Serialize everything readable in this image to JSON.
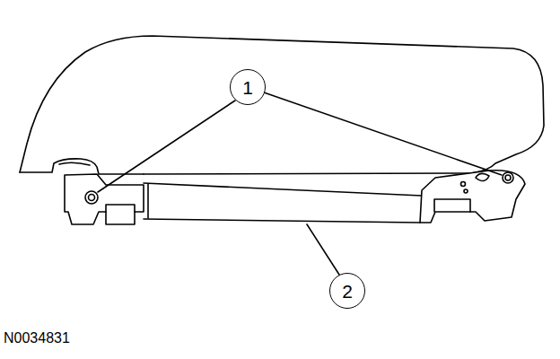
{
  "diagram": {
    "nodes": [
      {
        "text": [
          "1"
        ]
      },
      {
        "text": [
          "2"
        ]
      }
    ],
    "labels": [
      "N0034831"
    ]
  }
}
